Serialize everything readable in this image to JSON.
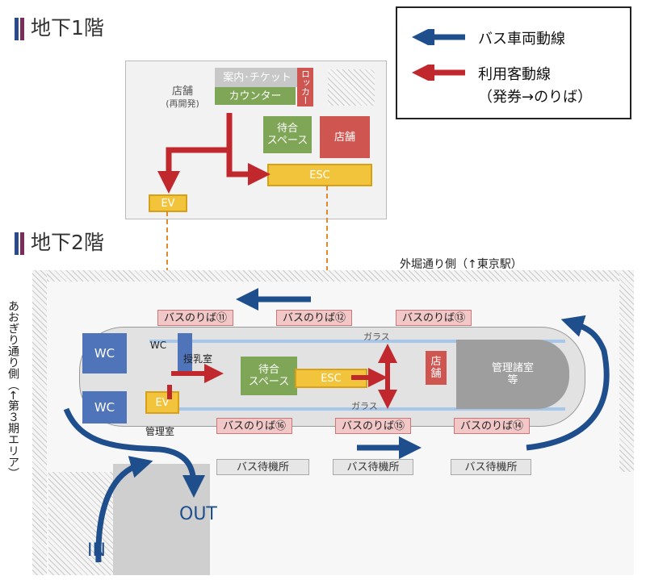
{
  "floors": {
    "b1_title": "地下1階",
    "b2_title": "地下2階"
  },
  "legend": {
    "bus_route": "バス車両動線",
    "passenger_route_1": "利用客動線",
    "passenger_route_2": "（発券→のりば）"
  },
  "b1": {
    "shop_reopen_1": "店舗",
    "shop_reopen_2": "(再開発)",
    "info_ticket_1": "案内･チケット",
    "info_ticket_2": "カウンター",
    "locker": "ロッカー",
    "waiting_1": "待合",
    "waiting_2": "スペース",
    "shop": "店舗",
    "esc": "ESC",
    "ev": "EV"
  },
  "b2": {
    "sotobori": "外堀通り側（↑東京駅）",
    "aogiri": "あおぎり通り側（←第３期エリア）",
    "bus_stops_top": [
      "バスのりば⑪",
      "バスのりば⑫",
      "バスのりば⑬"
    ],
    "bus_stops_bottom": [
      "バスのりば⑯",
      "バスのりば⑮",
      "バスのりば⑭"
    ],
    "wc": "WC",
    "nursing": "授乳室",
    "waiting_1": "待合",
    "waiting_2": "スペース",
    "esc": "ESC",
    "shop_1": "店",
    "shop_2": "舗",
    "mgmt_rooms_1": "管理諸室",
    "mgmt_rooms_2": "等",
    "ev": "EV",
    "mgmt_room": "管理室",
    "glass_top": "ガラス",
    "glass_bottom": "ガラス",
    "bus_waiting": [
      "バス待機所",
      "バス待機所",
      "バス待機所"
    ],
    "in": "IN",
    "out": "OUT"
  },
  "colors": {
    "bus_arrow": "#1f4e8c",
    "passenger_arrow": "#c0282d",
    "title_bar_blue": "#2b4a8c",
    "title_bar_purple": "#7a2c5a"
  }
}
